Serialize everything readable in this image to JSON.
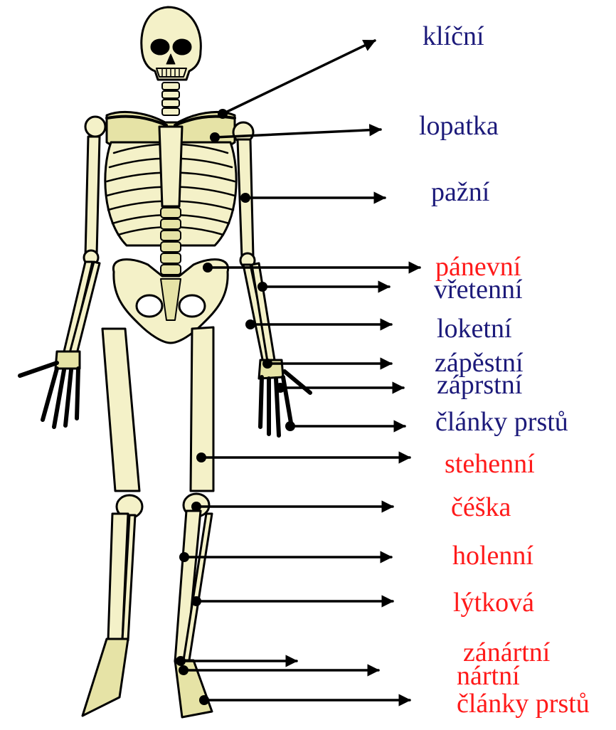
{
  "diagram": {
    "colors": {
      "bone": "#f4f1c8",
      "bone_shade": "#e6e3a6",
      "outline": "#000000",
      "label_blue": "#1c1a7a",
      "label_red": "#ff1a1a"
    },
    "labels": [
      {
        "id": "klicni",
        "text": "klíční",
        "color": "navy"
      },
      {
        "id": "lopatka",
        "text": "lopatka",
        "color": "navy"
      },
      {
        "id": "pazni",
        "text": "pažní",
        "color": "navy"
      },
      {
        "id": "panevni",
        "text": "pánevní",
        "color": "red"
      },
      {
        "id": "vretenni",
        "text": "vřetenní",
        "color": "navy"
      },
      {
        "id": "loketni",
        "text": "loketní",
        "color": "navy"
      },
      {
        "id": "zapestni",
        "text": "zápěstní",
        "color": "navy"
      },
      {
        "id": "zaprstni",
        "text": "záprstní",
        "color": "navy"
      },
      {
        "id": "clanky-ruka",
        "text": "články prstů",
        "color": "navy"
      },
      {
        "id": "stehenni",
        "text": "stehenní",
        "color": "red"
      },
      {
        "id": "ceska",
        "text": "čéška",
        "color": "red"
      },
      {
        "id": "holenni",
        "text": "holenní",
        "color": "red"
      },
      {
        "id": "lytkova",
        "text": "lýtková",
        "color": "red"
      },
      {
        "id": "zanartni",
        "text": "zánártní",
        "color": "red"
      },
      {
        "id": "nartni",
        "text": "nártní",
        "color": "red"
      },
      {
        "id": "clanky-noha",
        "text": "články prstů",
        "color": "red"
      }
    ]
  }
}
